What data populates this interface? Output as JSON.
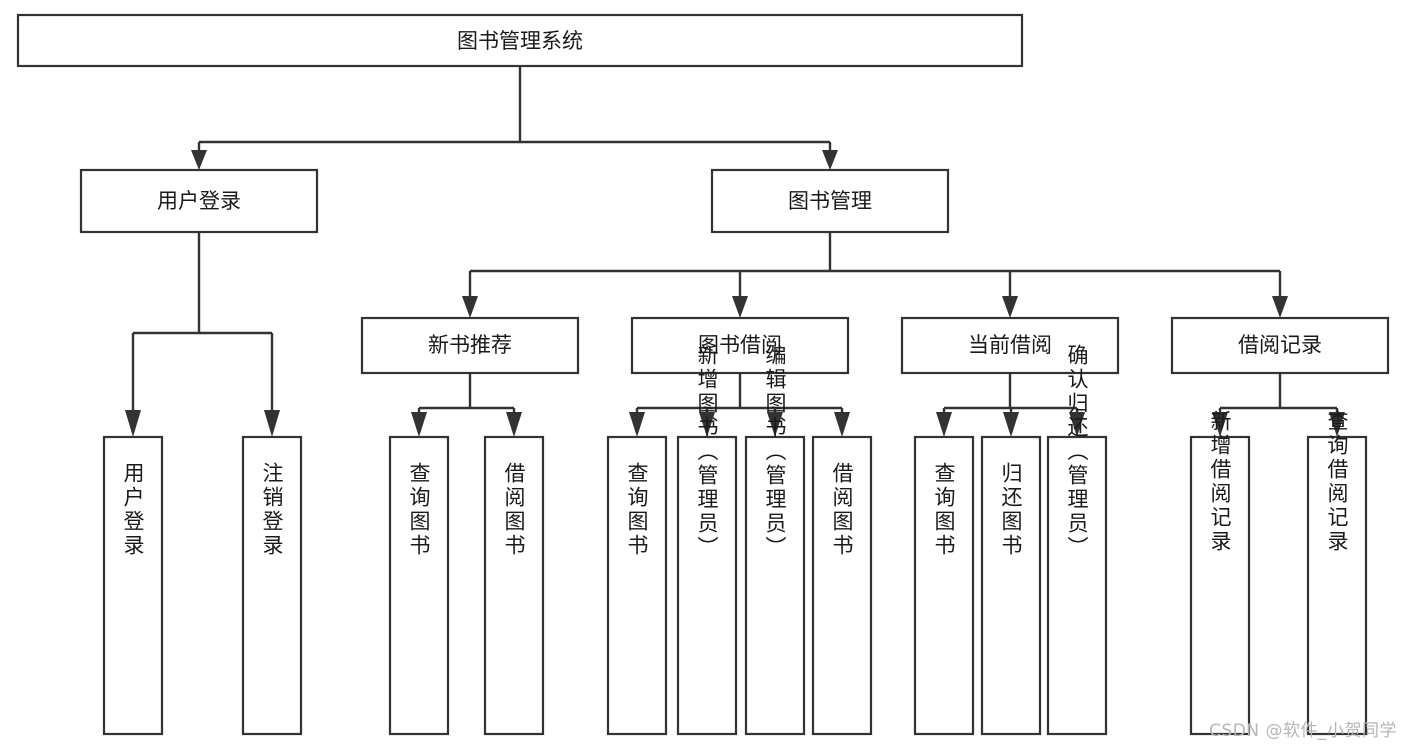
{
  "diagram": {
    "type": "tree",
    "title": "图书管理系统",
    "watermark": "CSDN @软件_小贺同学",
    "colors": {
      "box_stroke": "#333333",
      "box_fill": "#ffffff",
      "connector": "#333333",
      "text": "#1a1a1a",
      "watermark": "#b6b6b6",
      "background": "#ffffff"
    },
    "levels": {
      "root": {
        "label": "图书管理系统"
      },
      "level2": [
        {
          "label": "用户登录"
        },
        {
          "label": "图书管理"
        }
      ],
      "level3": [
        {
          "label": "新书推荐"
        },
        {
          "label": "图书借阅"
        },
        {
          "label": "当前借阅"
        },
        {
          "label": "借阅记录"
        }
      ],
      "leaves": [
        {
          "label": "用户登录",
          "parent": "用户登录"
        },
        {
          "label": "注销登录",
          "parent": "用户登录"
        },
        {
          "label": "查询图书",
          "parent": "新书推荐"
        },
        {
          "label": "借阅图书",
          "parent": "新书推荐"
        },
        {
          "label": "查询图书",
          "parent": "图书借阅"
        },
        {
          "label": "新增图书（管理员）",
          "parent": "图书借阅"
        },
        {
          "label": "编辑图书（管理员）",
          "parent": "图书借阅"
        },
        {
          "label": "借阅图书",
          "parent": "图书借阅"
        },
        {
          "label": "查询图书",
          "parent": "当前借阅"
        },
        {
          "label": "归还图书",
          "parent": "当前借阅"
        },
        {
          "label": "确认归还（管理员）",
          "parent": "当前借阅"
        },
        {
          "label": "新增借阅记录",
          "parent": "借阅记录"
        },
        {
          "label": "查询借阅记录",
          "parent": "借阅记录"
        }
      ]
    }
  }
}
